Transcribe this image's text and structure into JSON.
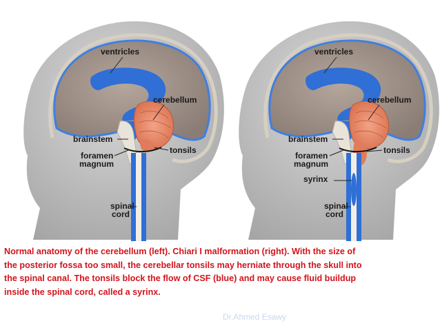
{
  "left_panel": {
    "labels": {
      "ventricles": "ventricles",
      "cerebellum": "cerebellum",
      "brainstem": "brainstem",
      "foramen": "foramen",
      "magnum": "magnum",
      "tonsils": "tonsils",
      "spinal": "spinal",
      "cord": "cord"
    }
  },
  "right_panel": {
    "labels": {
      "ventricles": "ventricles",
      "cerebellum": "cerebellum",
      "brainstem": "brainstem",
      "foramen": "foramen",
      "magnum": "magnum",
      "tonsils": "tonsils",
      "syrinx": "syrinx",
      "spinal": "spinal",
      "cord": "cord"
    }
  },
  "caption": {
    "line1": "Normal anatomy of the cerebellum (left). Chiari I malformation (right). With the size of",
    "line2": "the posterior fossa too small, the cerebellar tonsils may herniate through the skull into",
    "line3": "the spinal canal. The tonsils block the flow of CSF (blue) and may cause fluid buildup",
    "line4": "inside the spinal cord,  called a syrinx."
  },
  "credit": "Dr.Ahmed Esawy",
  "colors": {
    "head": "#bfbfbf",
    "brain": "#9a8e86",
    "csf": "#2f6fd6",
    "cerebellum": "#e88a6c",
    "caption": "#d2141c"
  }
}
